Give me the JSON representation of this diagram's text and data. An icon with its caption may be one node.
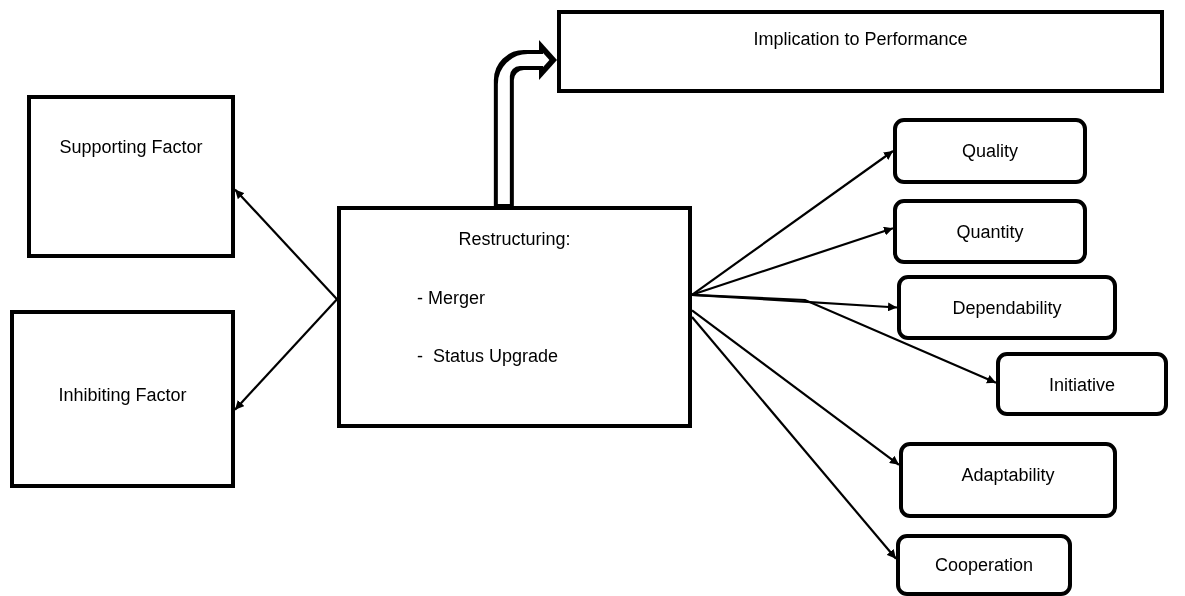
{
  "diagram": {
    "nodes": [
      {
        "text": [
          "Implication to Performance"
        ]
      },
      {
        "text": [
          "Supporting Factor"
        ]
      },
      {
        "text": [
          "Inhibiting Factor"
        ]
      },
      {
        "text": [
          "Restructuring:",
          "- Merger",
          "-  Status Upgrade"
        ]
      },
      {
        "text": [
          "Quality"
        ]
      },
      {
        "text": [
          "Quantity"
        ]
      },
      {
        "text": [
          "Dependability"
        ]
      },
      {
        "text": [
          "Initiative"
        ]
      },
      {
        "text": [
          "Adaptability"
        ]
      },
      {
        "text": [
          "Cooperation"
        ]
      }
    ],
    "edges": [
      {
        "from": 3,
        "to": 0,
        "arrow": "to",
        "style": "thick"
      },
      {
        "from": 3,
        "to": 1,
        "arrow": "to"
      },
      {
        "from": 3,
        "to": 2,
        "arrow": "to"
      },
      {
        "from": 3,
        "to": 4,
        "arrow": "to"
      },
      {
        "from": 3,
        "to": 5,
        "arrow": "to"
      },
      {
        "from": 3,
        "to": 6,
        "arrow": "to"
      },
      {
        "from": 3,
        "to": 7,
        "arrow": "to"
      },
      {
        "from": 3,
        "to": 8,
        "arrow": "to"
      },
      {
        "from": 3,
        "to": 9,
        "arrow": "to"
      }
    ]
  }
}
